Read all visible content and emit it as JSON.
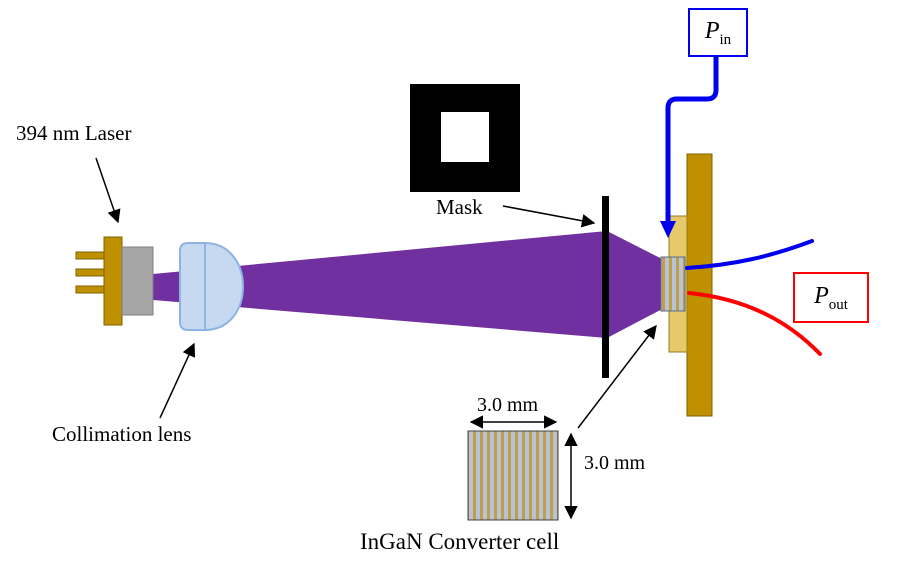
{
  "figure": {
    "labels": {
      "laser": "394 nm Laser",
      "collimation_lens": "Collimation lens",
      "mask": "Mask",
      "converter_cell": "InGaN Converter cell",
      "cell_width": "3.0 mm",
      "cell_height": "3.0 mm"
    },
    "power_in": {
      "symbol": "P",
      "subscript": "in"
    },
    "power_out": {
      "symbol": "P",
      "subscript": "out"
    },
    "colors": {
      "beam_purple": "#7030A0",
      "mount_gold": "#BF9000",
      "spacer_gold_light": "#E5C96B",
      "laser_body_gray": "#A6A6A6",
      "lens_blue": "#C6D9F1",
      "power_in_blue": "#0000EE",
      "power_out_red": "#FF0000",
      "cell_stripe_blue": "#B7C3DB",
      "cell_stripe_gold": "#C19F45"
    }
  }
}
